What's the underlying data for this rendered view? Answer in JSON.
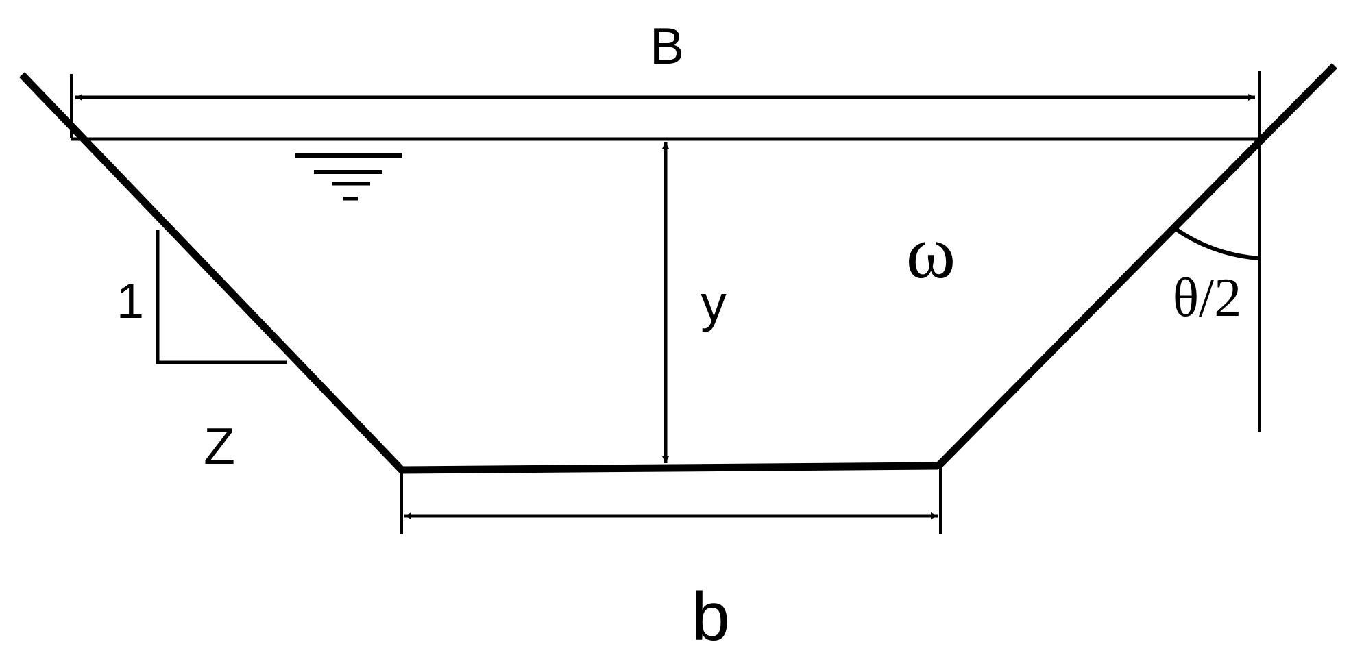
{
  "diagram": {
    "labels": {
      "top_width": "B",
      "depth": "y",
      "area": "ω",
      "angle": "θ/2",
      "slope_vertical": "1",
      "slope_horizontal": "Z",
      "bottom_width": "b"
    }
  },
  "colors": {
    "ink": "#000000",
    "background": "#ffffff"
  }
}
